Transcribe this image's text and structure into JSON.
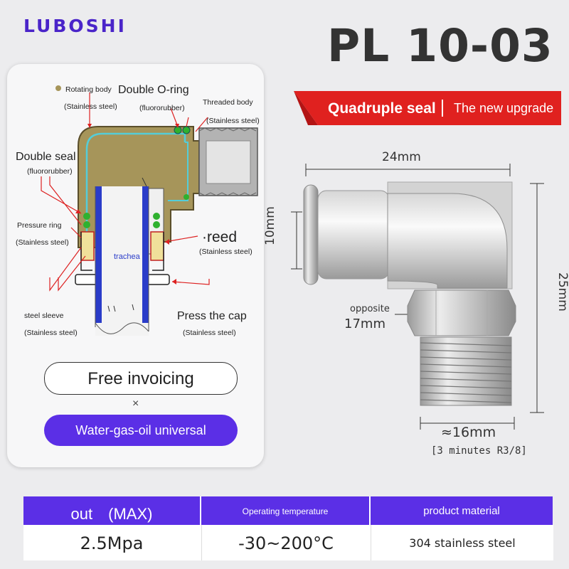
{
  "brand": "LUBOSHI",
  "model": "PL 10-03",
  "diagram": {
    "labels": {
      "rotating_body": "Rotating body",
      "rotating_body_material": "(Stainless steel)",
      "double_oring": "Double O-ring",
      "double_oring_material": "(fluororubber)",
      "threaded_body": "Threaded body",
      "threaded_body_material": "(Stainless steel)",
      "double_seal": "Double seal",
      "double_seal_material": "(fluororubber)",
      "pressure_ring": "Pressure ring",
      "pressure_ring_material": "(Stainless steel)",
      "reed": "·reed",
      "reed_material": "(Stainless steel)",
      "trachea": "trachea",
      "steel_sleeve": "steel sleeve",
      "steel_sleeve_material": "(Stainless steel)",
      "press_cap": "Press the cap",
      "press_cap_material": "(Stainless steel)"
    }
  },
  "free_invoicing": "Free invoicing",
  "times_symbol": "×",
  "universal": "Water-gas-oil universal",
  "banner": {
    "left": "Quadruple seal",
    "right": "The new upgrade"
  },
  "dimensions": {
    "width": "24mm",
    "tube": "10mm",
    "height": "25mm",
    "opposite_label": "opposite",
    "opposite_value": "17mm",
    "thread_width": "≈16mm",
    "thread_spec": "[3 minutes R3/8]"
  },
  "specs": {
    "headers": [
      "out　(MAX)",
      "Operating temperature",
      "product material"
    ],
    "values": [
      "2.5Mpa",
      "-30~200°C",
      "304 stainless steel"
    ]
  },
  "colors": {
    "accent": "#5b2fe6",
    "brand": "#4a24c9",
    "banner_red": "#e0211f"
  }
}
